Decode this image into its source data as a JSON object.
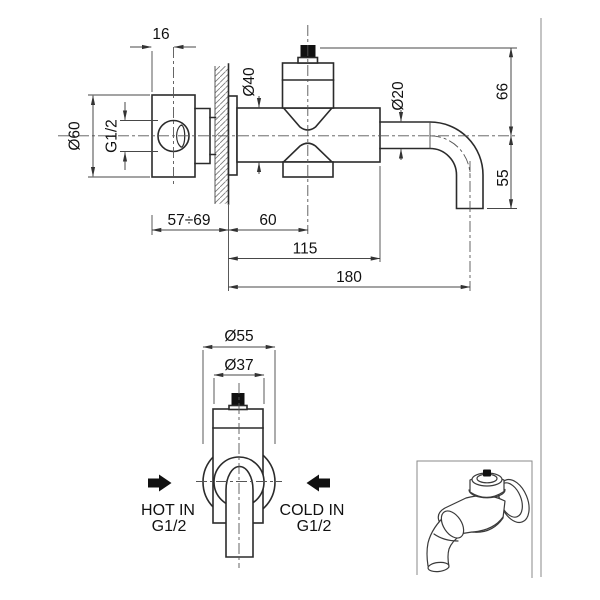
{
  "top_view": {
    "width_16": "16",
    "dia_40": "Ø40",
    "dia_20": "Ø20",
    "dia_60": "Ø60",
    "thread_g12": "G1/2",
    "height_66": "66",
    "height_55": "55",
    "depth_range": "57÷69",
    "length_60": "60",
    "length_115": "115",
    "length_180": "180"
  },
  "front_view": {
    "dia_55": "Ø55",
    "dia_37": "Ø37",
    "hot": {
      "label": "HOT IN",
      "thread": "G1/2"
    },
    "cold": {
      "label": "COLD IN",
      "thread": "G1/2"
    }
  },
  "colors": {
    "background": "#ffffff",
    "object_line": "#2b2b2b",
    "dimension_line": "#474747",
    "text": "#111111"
  }
}
